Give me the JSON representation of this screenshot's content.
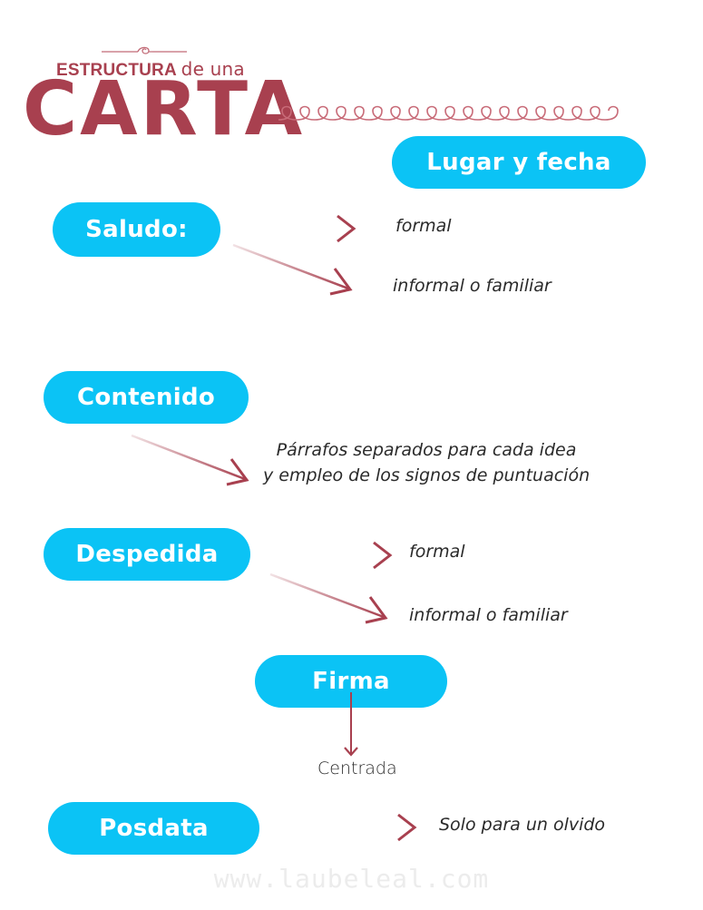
{
  "header": {
    "subtitle_bold": "ESTRUCTURA",
    "subtitle_rest": "de una",
    "title": "CARTA"
  },
  "colors": {
    "accent": "#a8404f",
    "pill": "#0bc3f5",
    "pill_text": "#ffffff",
    "note_text": "#2a2a2a",
    "watermark": "#ececec"
  },
  "sections": {
    "lugar": {
      "label": "Lugar y fecha"
    },
    "saludo": {
      "label": "Saludo:",
      "notes": [
        "formal",
        "informal o familiar"
      ]
    },
    "contenido": {
      "label": "Contenido",
      "notes": [
        "Párrafos separados para cada idea",
        "y empleo de los signos de puntuación"
      ]
    },
    "despedida": {
      "label": "Despedida",
      "notes": [
        "formal",
        "informal o familiar"
      ]
    },
    "firma": {
      "label": "Firma",
      "notes": [
        "Centrada"
      ]
    },
    "posdata": {
      "label": "Posdata",
      "notes": [
        "Solo para un olvido"
      ]
    }
  },
  "icons": {
    "arrow": "arrow-icon",
    "ornament": "swirl-ornament-icon",
    "loops": "loop-border-icon"
  },
  "footer": {
    "watermark": "www.laubeleal.com"
  }
}
